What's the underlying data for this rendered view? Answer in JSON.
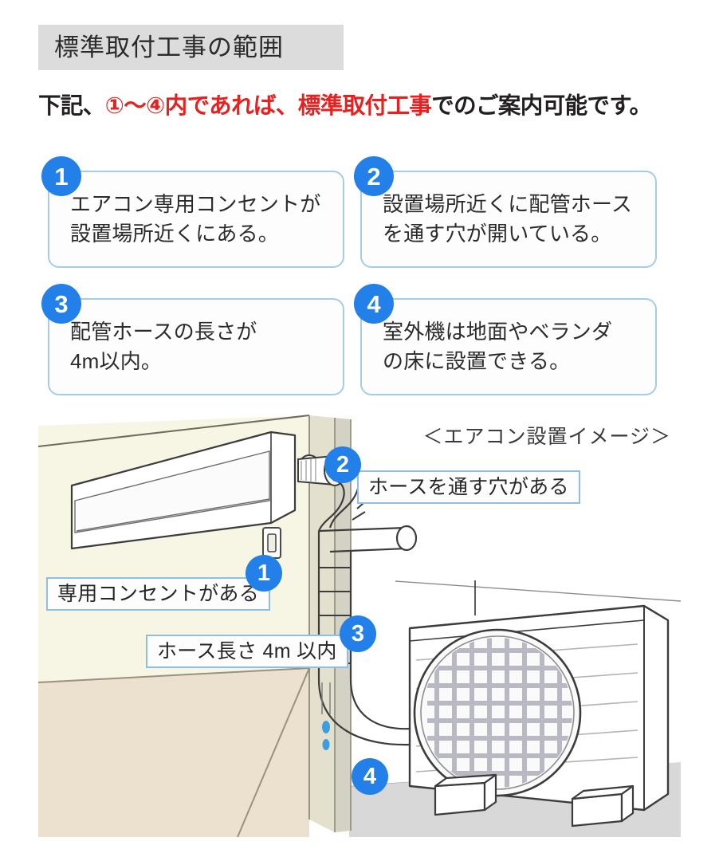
{
  "header": {
    "title": "標準取付工事の範囲"
  },
  "subtitle": {
    "part_black_start": "下記、",
    "part_red": "①〜④内であれば、標準取付工事",
    "part_black_end": "でのご案内可能です。"
  },
  "colors": {
    "badge_blue": "#2280e8",
    "card_border_blue": "#a6cce8",
    "callout_border_blue": "#8fbee4",
    "header_band_gray": "#dcdcdc",
    "accent_red": "#e8201f",
    "interior_wall": "#f7f5e3",
    "interior_floor": "#ece0cf",
    "exterior_ground": "#d9d9d9",
    "text_dark": "#2b2b2b"
  },
  "cards": [
    {
      "number": "1",
      "line1": "エアコン専用コンセントが",
      "line2": "設置場所近くにある。"
    },
    {
      "number": "2",
      "line1": "設置場所近くに配管ホース",
      "line2": "を通す穴が開いている。"
    },
    {
      "number": "3",
      "line1": "配管ホースの長さが",
      "line2": "4m以内。"
    },
    {
      "number": "4",
      "line1": "室外機は地面やベランダ",
      "line2": "の床に設置できる。"
    }
  ],
  "illustration": {
    "caption": "＜エアコン設置イメージ＞",
    "callouts": [
      {
        "number": "2",
        "label": "ホースを通す穴がある"
      },
      {
        "number": "1",
        "label": "専用コンセントがある"
      },
      {
        "number": "3",
        "label": "ホース長さ 4m 以内"
      },
      {
        "number": "4",
        "label": ""
      }
    ],
    "elements": {
      "indoor_unit": "indoor-air-conditioner-unit",
      "outlet": "wall-power-outlet",
      "wall_hole": "pipe-wall-hole",
      "piping_hose": "refrigerant-piping-hose",
      "drain_drops": "drain-water-drops",
      "outdoor_unit": "outdoor-condenser-unit",
      "fan_grille": "circular-fan-grille",
      "blocks": "concrete-support-blocks"
    }
  }
}
